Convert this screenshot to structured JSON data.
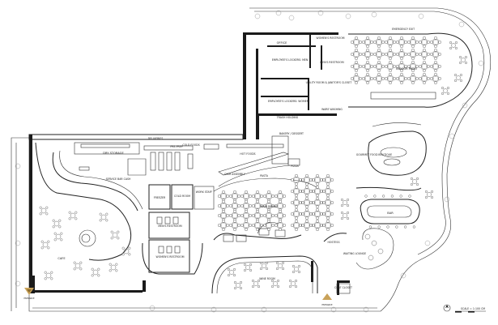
{
  "labels": {
    "office": "OFFICE",
    "womens_restroom_top": "WOMEN'S RESTROOM",
    "emergency_exit": "EMERGENCY EXIT",
    "employee_lockers_men": "EMPLOYEE'S LOCKERS: MEN",
    "mens_restroom_top": "MEN'S RESTROOM",
    "indoor_patio": "INDOOR PATIO",
    "utility_room": "UTILITY ROOM & JANITOR'S CLOSET",
    "employee_lockers_women": "EMPLOYEE'S LOCKERS: WOMEN",
    "trash_holding": "TRASH HOLDING",
    "ware_washing": "WARE WASHING",
    "bakery_dessert": "BAKERY / DESSERT",
    "deliveries": "DELIVERIES",
    "dry_storage": "DRY STORAGE",
    "cold_foods": "COLD FOODS",
    "pre_prep": "PRE-PREP",
    "hot_foods": "HOT FOODS",
    "gourmet_food_boutique": "GOURMET FOOD BOUTIQUE",
    "service_bar_cash": "SERVICE BAR CASH",
    "pizza": "PIZZA",
    "dish_assembly": "DISH ASSEMBLY",
    "pasta": "PASTA",
    "freezer": "FREEZER",
    "cold_room": "COLD ROOM",
    "work_staff": "WORK STAFF",
    "main_dining": "MAIN DINING",
    "bar": "BAR",
    "mens_restroom": "MEN'S RESTROOM",
    "womens_restroom": "WOMEN'S RESTROOM",
    "hostess": "HOSTESS",
    "waiting_lounge": "WAITING LOUNGE",
    "cafe": "CAFE",
    "wine_room": "WINE ROOM",
    "coat_closet": "COAT CLOSET",
    "scale": "SCALE = 1:100 CM",
    "entrance_left": "ENTRANCE",
    "entrance_bottom": "ENTRANCE"
  },
  "colors": {
    "wall": "#1a1a1a",
    "entrance_marker": "#c9a25a"
  }
}
